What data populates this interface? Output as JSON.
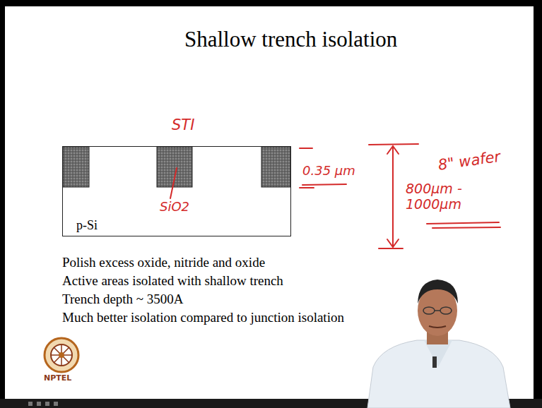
{
  "diagram": {
    "title": "Shallow trench isolation",
    "nodes": [
      {
        "text": [
          "p-Si"
        ]
      }
    ],
    "edges": [],
    "labels": [
      "STI",
      "SiO2",
      "0.35 μm",
      "8\" wafer",
      "800μm - 1000μm",
      "Polish excess oxide, nitride and oxide",
      "Active areas isolated with shallow trench",
      "Trench depth ~ 3500A",
      "Much better isolation compared to junction isolation",
      "NPTEL"
    ]
  }
}
